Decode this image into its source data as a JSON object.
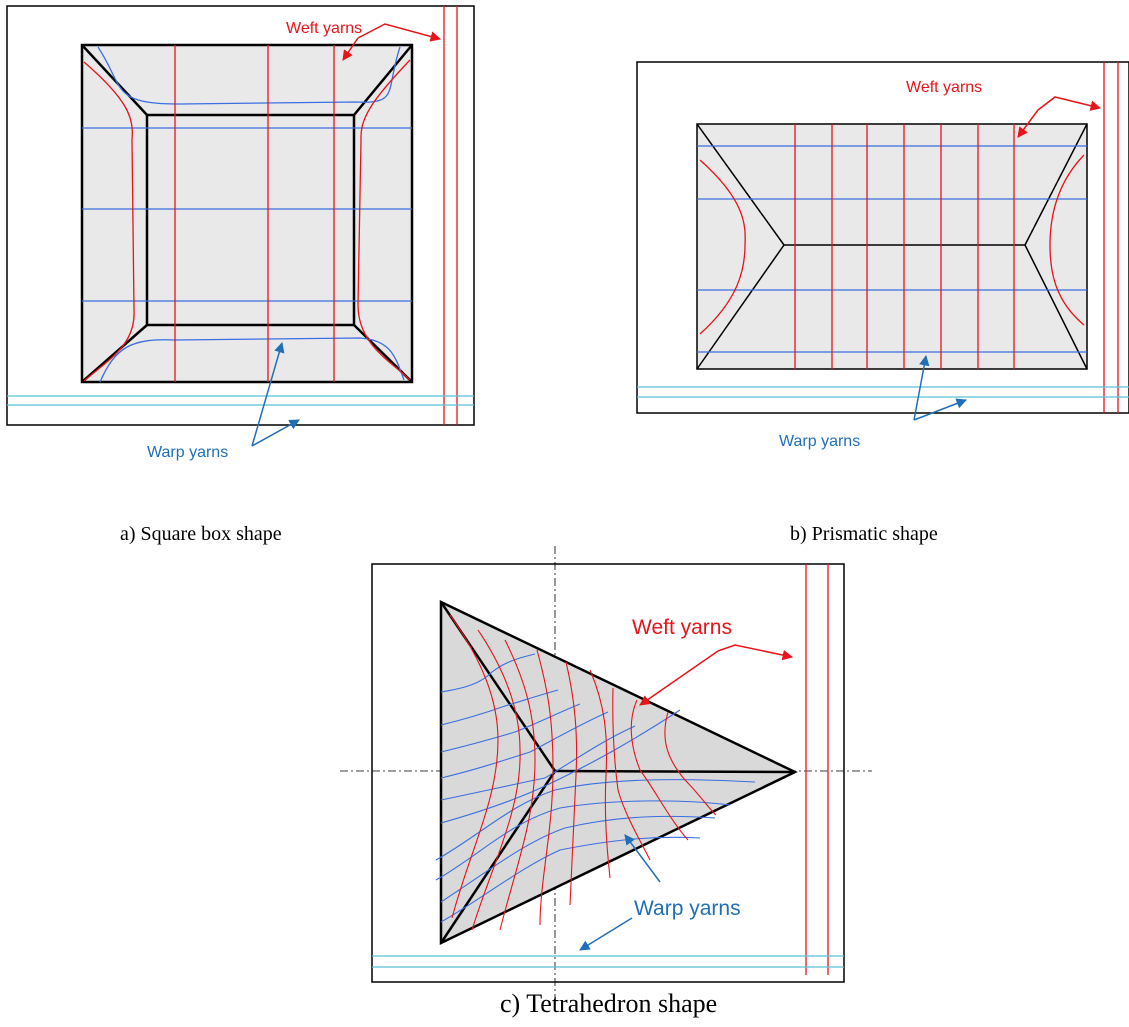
{
  "colors": {
    "weft": "#e8141a",
    "warp": "#3a6fe0",
    "warp_light": "#5bc0d8",
    "arrow_warp": "#1f6fb8",
    "fill": "#ececec"
  },
  "panels": [
    {
      "id": "a",
      "caption": "a) Square box shape",
      "weft_label": "Weft yarns",
      "warp_label": "Warp yarns"
    },
    {
      "id": "b",
      "caption": "b) Prismatic shape",
      "weft_label": "Weft yarns",
      "warp_label": "Warp yarns"
    },
    {
      "id": "c",
      "caption": "c) Tetrahedron shape",
      "weft_label": "Weft yarns",
      "warp_label": "Warp yarns"
    }
  ]
}
